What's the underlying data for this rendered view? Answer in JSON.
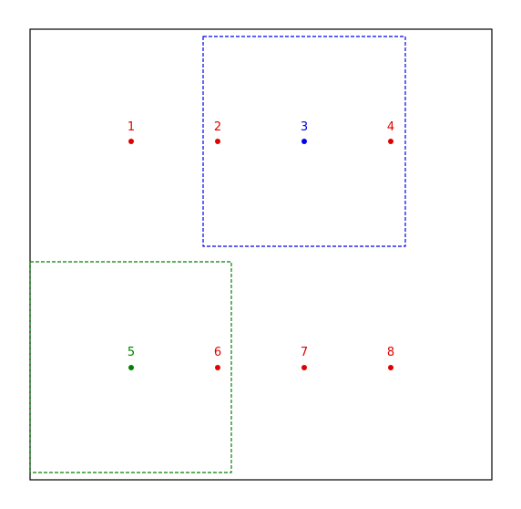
{
  "colors": {
    "frame": "#000000",
    "default_point": "#e00000",
    "blue": "#0000ee",
    "green": "#008000"
  },
  "points": [
    {
      "label": "1",
      "color": "default_point"
    },
    {
      "label": "2",
      "color": "default_point"
    },
    {
      "label": "3",
      "color": "blue"
    },
    {
      "label": "4",
      "color": "default_point"
    },
    {
      "label": "5",
      "color": "green"
    },
    {
      "label": "6",
      "color": "default_point"
    },
    {
      "label": "7",
      "color": "default_point"
    },
    {
      "label": "8",
      "color": "default_point"
    }
  ],
  "boxes": [
    {
      "color": "blue",
      "style": "dashed"
    },
    {
      "color": "green",
      "style": "dashed"
    }
  ]
}
